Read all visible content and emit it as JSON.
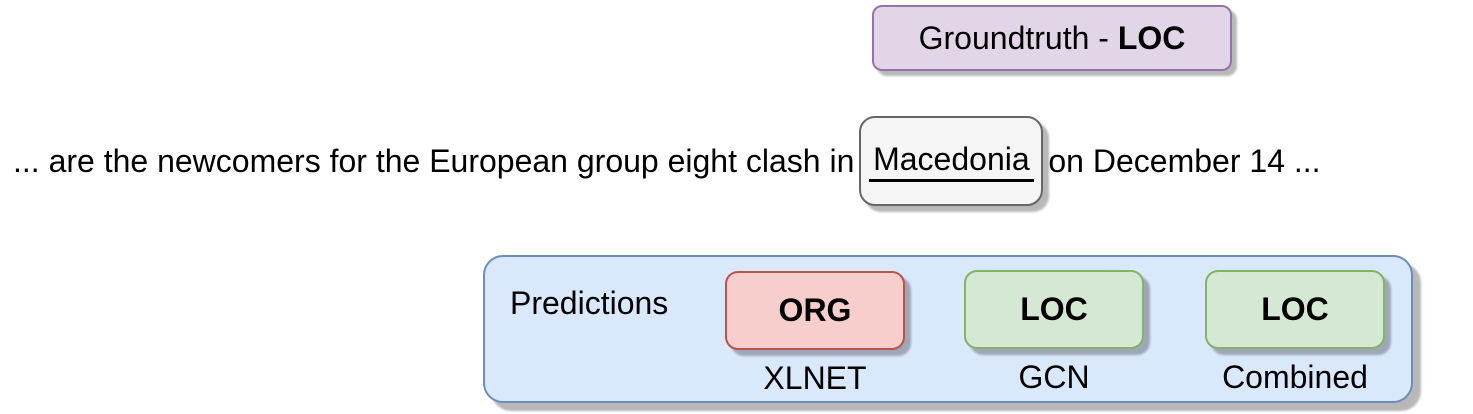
{
  "groundtruth_box": {
    "prefix": "Groundtruth - ",
    "label": "LOC"
  },
  "sentence": {
    "text_before": "... are the newcomers for the European group eight clash in",
    "entity": "Macedonia",
    "text_after": "on December 14 ..."
  },
  "predictions_panel": {
    "title": "Predictions",
    "items": [
      {
        "prediction": "ORG",
        "model": "XLNET"
      },
      {
        "prediction": "LOC",
        "model": "GCN"
      },
      {
        "prediction": "LOC",
        "model": "Combined"
      }
    ]
  },
  "colors": {
    "groundtruth_fill": "#e1d5e7",
    "groundtruth_stroke": "#9673a6",
    "panel_fill": "#dae8fc",
    "panel_stroke": "#6c8ebf",
    "wrong_prediction_fill": "#f8cecc",
    "wrong_prediction_stroke": "#b85450",
    "correct_prediction_fill": "#d5e8d4",
    "correct_prediction_stroke": "#82b366",
    "entity_fill": "#f5f5f5",
    "entity_stroke": "#666666",
    "text": "#000000"
  }
}
